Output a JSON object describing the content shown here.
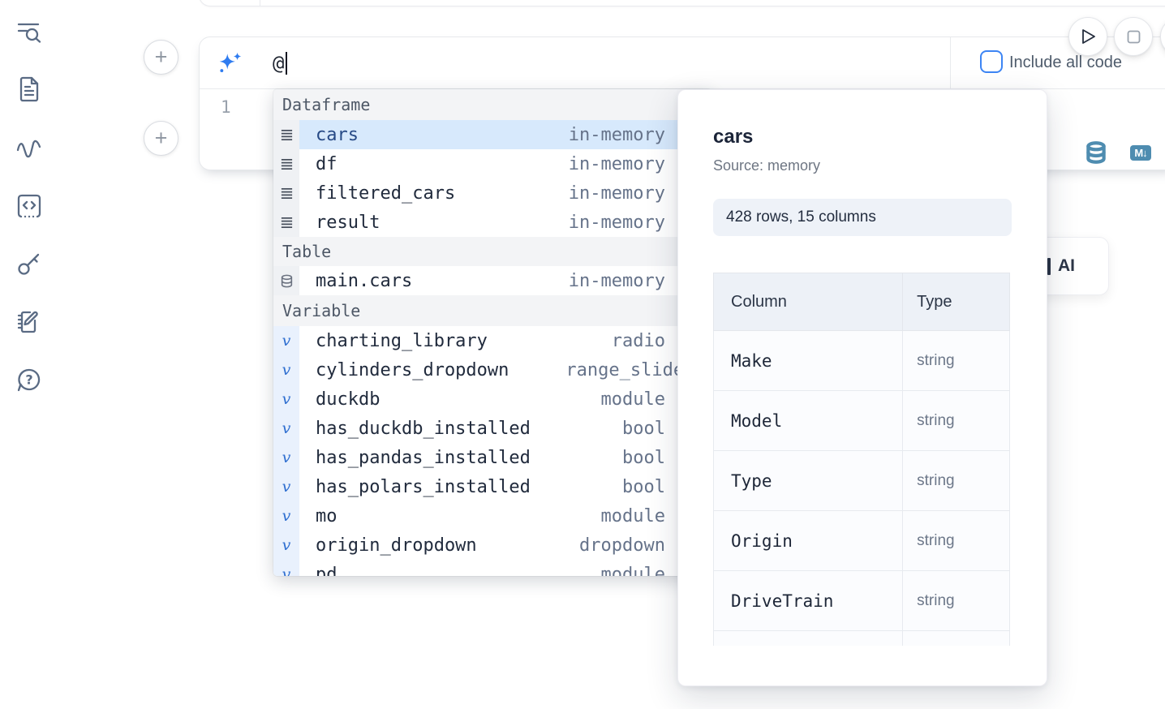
{
  "colors": {
    "accent_blue": "#3d85f4",
    "steel_blue": "#4e8cb0",
    "selection_bg": "#d7e9fc",
    "slate_icon": "#5a6b84"
  },
  "icons": {
    "plus": "+",
    "markdown_badge": "M↓"
  },
  "sidebar": {
    "items": [
      {
        "icon": "search-panel-icon"
      },
      {
        "icon": "file-icon"
      },
      {
        "icon": "activity-icon"
      },
      {
        "icon": "code-snippets-icon"
      },
      {
        "icon": "key-icon"
      },
      {
        "icon": "scratchpad-icon"
      },
      {
        "icon": "help-icon"
      }
    ]
  },
  "prompt": {
    "value": "@",
    "include_all_code_label": "Include all code",
    "checkbox_checked": false
  },
  "editor": {
    "line_number": "1"
  },
  "completion": {
    "sections": [
      {
        "label": "Dataframe",
        "items": [
          {
            "icon": "dataframe-icon",
            "name": "cars",
            "type": "in-memory",
            "selected": true
          },
          {
            "icon": "dataframe-icon",
            "name": "df",
            "type": "in-memory"
          },
          {
            "icon": "dataframe-icon",
            "name": "filtered_cars",
            "type": "in-memory"
          },
          {
            "icon": "dataframe-icon",
            "name": "result",
            "type": "in-memory"
          }
        ]
      },
      {
        "label": "Table",
        "items": [
          {
            "icon": "table-icon",
            "name": "main.cars",
            "type": "in-memory"
          }
        ]
      },
      {
        "label": "Variable",
        "items": [
          {
            "icon": "variable-icon",
            "name": "charting_library",
            "type": "radio"
          },
          {
            "icon": "variable-icon",
            "name": "cylinders_dropdown",
            "type": "range_slider"
          },
          {
            "icon": "variable-icon",
            "name": "duckdb",
            "type": "module"
          },
          {
            "icon": "variable-icon",
            "name": "has_duckdb_installed",
            "type": "bool"
          },
          {
            "icon": "variable-icon",
            "name": "has_pandas_installed",
            "type": "bool"
          },
          {
            "icon": "variable-icon",
            "name": "has_polars_installed",
            "type": "bool"
          },
          {
            "icon": "variable-icon",
            "name": "mo",
            "type": "module"
          },
          {
            "icon": "variable-icon",
            "name": "origin_dropdown",
            "type": "dropdown"
          },
          {
            "icon": "variable-icon",
            "name": "pd",
            "type": "module"
          }
        ]
      }
    ]
  },
  "preview": {
    "title": "cars",
    "source": "Source: memory",
    "shape_badge": "428 rows, 15 columns",
    "table": {
      "col_header": "Column",
      "type_header": "Type",
      "rows": [
        {
          "column": "Make",
          "type": "string"
        },
        {
          "column": "Model",
          "type": "string"
        },
        {
          "column": "Type",
          "type": "string"
        },
        {
          "column": "Origin",
          "type": "string"
        },
        {
          "column": "DriveTrain",
          "type": "string"
        }
      ]
    }
  },
  "ai_button": {
    "label": "AI"
  }
}
